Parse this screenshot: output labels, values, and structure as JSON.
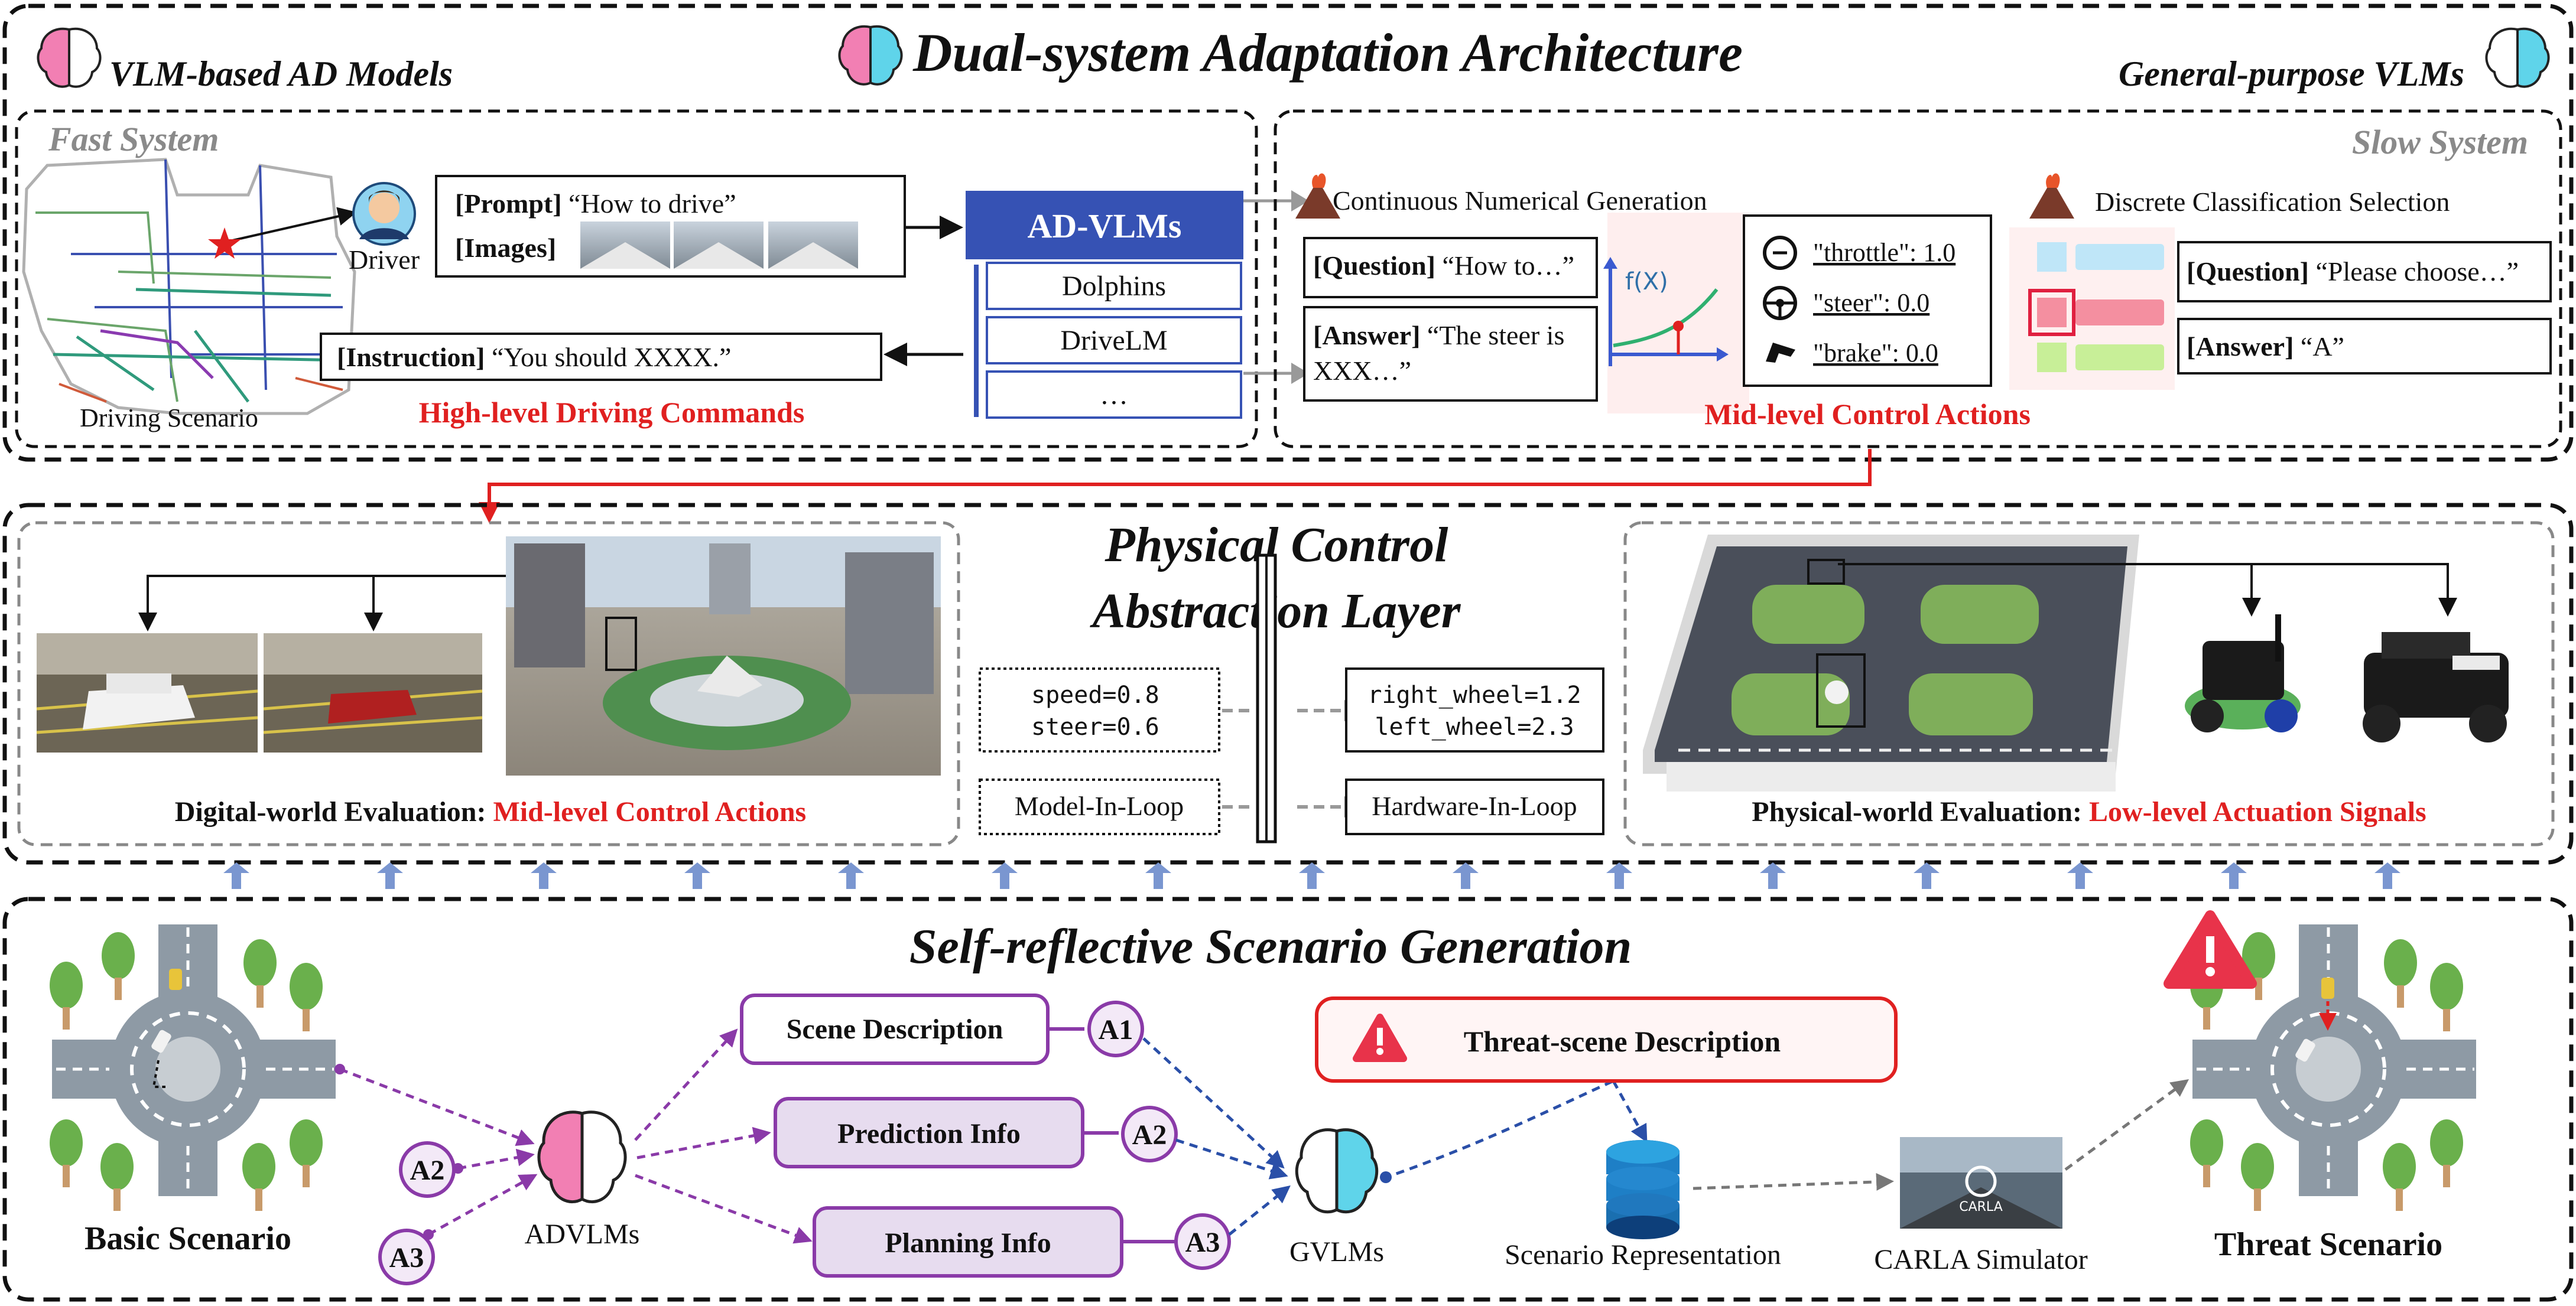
{
  "top": {
    "title": "Dual-system Adaptation Architecture",
    "left_title": "VLM-based AD Models",
    "right_title": "General-purpose VLMs"
  },
  "fast": {
    "label": "Fast System",
    "scenario_label": "Driving Scenario",
    "driver_label": "Driver",
    "prompt_tag": "[Prompt]",
    "prompt_text": "“How to drive”",
    "images_tag": "[Images]",
    "advlm_title": "AD-VLMs",
    "models": [
      "Dolphins",
      "DriveLM",
      "…"
    ],
    "instruction_tag": "[Instruction]",
    "instruction_text": "“You should XXXX.”",
    "commands_label": "High-level Driving Commands"
  },
  "slow": {
    "label": "Slow System",
    "continuous_label": "Continuous Numerical Generation",
    "discrete_label": "Discrete Classification Selection",
    "q1_tag": "[Question]",
    "q1_text": "“How to…”",
    "a1_tag": "[Answer]",
    "a1_line1": "“The steer is",
    "a1_line2": "XXX…”",
    "fx": "f(X)",
    "controls": [
      "\"throttle\": 1.0",
      "\"steer\": 0.0",
      "\"brake\": 0.0"
    ],
    "actions_label": "Mid-level Control Actions",
    "q2_tag": "[Question]",
    "q2_text": "“Please choose…”",
    "a2_tag": "[Answer]",
    "a2_text": "“A”"
  },
  "middle": {
    "title_line1": "Physical Control",
    "title_line2": "Abstraction Layer",
    "digital_label": "Digital-world Evaluation:",
    "digital_highlight": "Mid-level Control Actions",
    "sim_params": [
      "speed=0.8",
      "steer=0.6"
    ],
    "model_loop": "Model-In-Loop",
    "hw_params": [
      "right_wheel=1.2",
      "left_wheel=2.3"
    ],
    "hardware_loop": "Hardware-In-Loop",
    "physical_label": "Physical-world Evaluation:",
    "physical_highlight": "Low-level Actuation Signals"
  },
  "bottom": {
    "title": "Self-reflective Scenario Generation",
    "basic_label": "Basic Scenario",
    "threat_label": "Threat Scenario",
    "advlms_label": "ADVLMs",
    "gvlms_label": "GVLMs",
    "info_boxes": [
      "Scene Description",
      "Prediction Info",
      "Planning Info"
    ],
    "a1": "A1",
    "a2": "A2",
    "a3": "A3",
    "threat_desc": "Threat-scene Description",
    "representation_label": "Scenario Representation",
    "carla_logo": "CARLA",
    "carla_label": "CARLA Simulator"
  }
}
